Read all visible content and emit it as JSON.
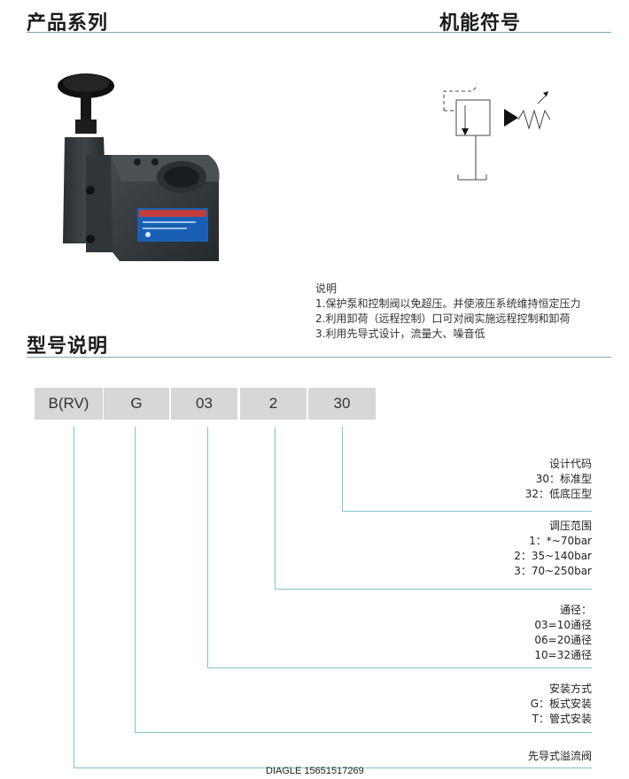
{
  "headings": {
    "products": "产品系列",
    "symbol": "机能符号",
    "model": "型号说明"
  },
  "notes": {
    "title": "说明",
    "items": [
      "1.保护泵和控制阀以免超压。并使液压系统维持恒定压力",
      "2.利用卸荷（远程控制）口可对阀实施远程控制和卸荷",
      "3.利用先导式设计，流量大、噪音低"
    ]
  },
  "model_code": [
    "B(RV)",
    "G",
    "03",
    "2",
    "30"
  ],
  "descriptions": {
    "design": {
      "title": "设计代码",
      "lines": [
        "30：标准型",
        "32：低底压型"
      ]
    },
    "pressure": {
      "title": "调压范围",
      "lines": [
        "1：*~70bar",
        "2：35~140bar",
        "3：70~250bar"
      ]
    },
    "size": {
      "title": "通径：",
      "lines": [
        "03=10通径",
        "06=20通径",
        "10=32通径"
      ]
    },
    "mount": {
      "title": "安装方式",
      "lines": [
        "G：板式安装",
        "T：管式安装"
      ]
    },
    "type": {
      "title": "先导式溢流阀"
    }
  },
  "footer": "DIAGLE 15651517269",
  "colors": {
    "rule": "#7aaab8",
    "leader": "#7fc4d0",
    "box": "#d7d7d7",
    "label": "#1a5fb4"
  }
}
